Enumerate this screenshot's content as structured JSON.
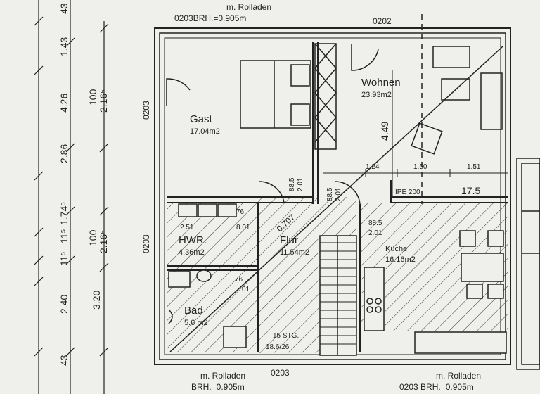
{
  "rooms": {
    "gast": {
      "name": "Gast",
      "area": "17.04m2"
    },
    "wohnen": {
      "name": "Wohnen",
      "area": "23.93m2"
    },
    "hwr": {
      "name": "HWR.",
      "area": "4.36m2"
    },
    "flur": {
      "name": "Flur",
      "area": "11.54m2"
    },
    "kueche": {
      "name": "Küche",
      "area": "16.16m2"
    },
    "bad": {
      "name": "Bad",
      "area": "5.6 m2"
    }
  },
  "windows": {
    "top_left": {
      "note": "m. Rolladen",
      "spec": "0203BRH.=0.905m"
    },
    "top_right": {
      "code": "0202"
    },
    "bottom_mid": {
      "note": "m. Rolladen",
      "code": "0203"
    },
    "bottom_left": {
      "spec": "BRH.=0.905m"
    },
    "bottom_right": {
      "note": "m. Rolladen",
      "spec": "0203 BRH.=0.905m"
    },
    "left_upper": {
      "code": "0203"
    },
    "left_lower": {
      "code": "0203"
    }
  },
  "dimensions": {
    "left_chain": [
      "43",
      "1.43",
      "4.26",
      "2.86",
      "1.74⁵",
      "11⁵",
      "11⁵",
      "2.40",
      "43"
    ],
    "inner_chain": [
      "100",
      "2.16⁵",
      "100",
      "2.16⁵",
      "3.20"
    ],
    "wohnen_height": "4.49",
    "wohnen_widths": [
      "1.24",
      "1.50",
      "1.51"
    ],
    "beam": "IPE 200",
    "beam_dim": "17.5",
    "hwr_dims": [
      "2.51",
      "8.01",
      "76"
    ],
    "bad_dims": [
      "76",
      "01"
    ],
    "door_gast": [
      "88.5",
      "2.01"
    ],
    "door_stairs": [
      "88.5",
      "2.01"
    ],
    "door_kueche": [
      "88.5",
      "2.01"
    ],
    "stairs": [
      "15 STG.",
      "18.6/26"
    ],
    "diagonal": "0.707"
  },
  "colors": {
    "paper": "#efefec",
    "ink": "#222222"
  }
}
